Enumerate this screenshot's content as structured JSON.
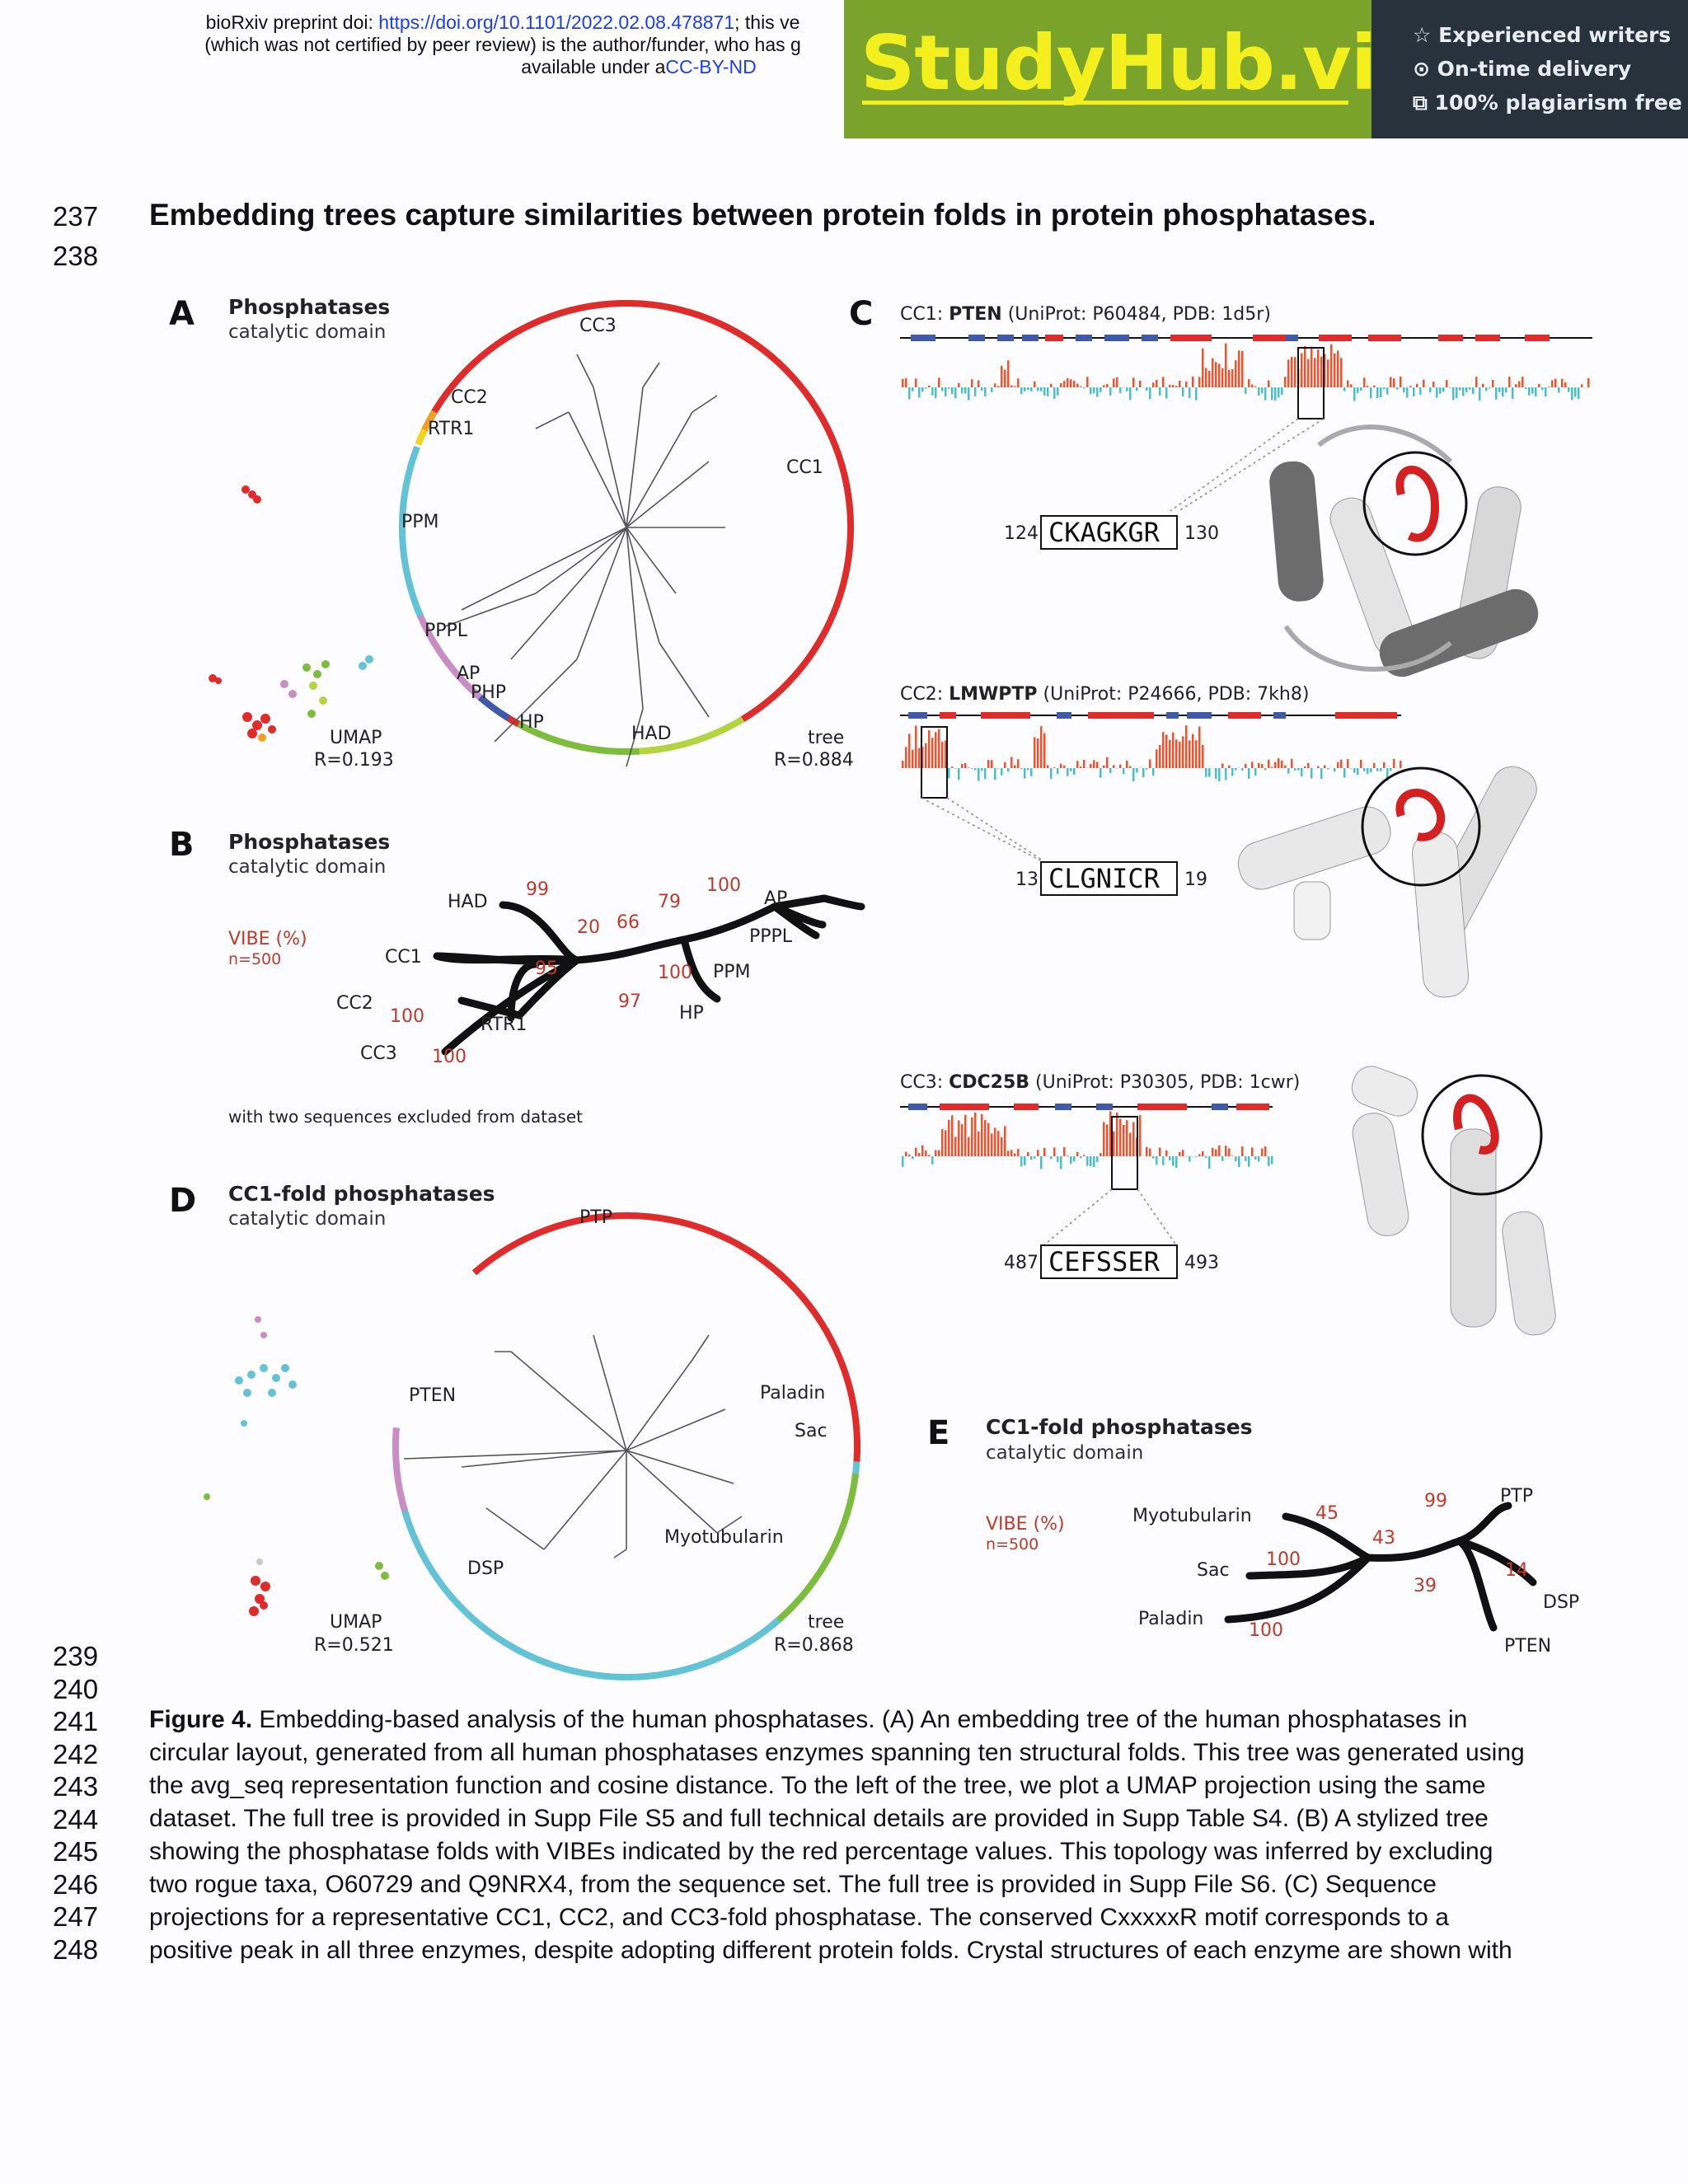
{
  "header": {
    "line1_prefix": "bioRxiv preprint doi: ",
    "line1_link": "https://doi.org/10.1101/2022.02.08.478871",
    "line1_suffix": "; this ve",
    "line2": "(which was not certified by peer review) is the author/funder, who has g",
    "line3_prefix": "available under a",
    "line3_link": "CC-BY-ND"
  },
  "banner": {
    "brand": "StudyHub.vip",
    "features": [
      "☆ Experienced writers",
      "⊙ On-time delivery",
      "⧉ 100% plagiarism free"
    ],
    "colors": {
      "green": "#7aa32c",
      "dark": "#27323c",
      "brand_text": "#f4ef1e"
    }
  },
  "line_numbers": [
    "237",
    "238",
    "239",
    "240",
    "241",
    "242",
    "243",
    "244",
    "245",
    "246",
    "247",
    "248"
  ],
  "section_title": "Embedding trees capture similarities between protein folds in protein phosphatases.",
  "figure": {
    "panelA": {
      "letter": "A",
      "title": "Phosphatases",
      "subtitle": "catalytic domain",
      "labels": [
        "CC3",
        "CC2",
        "RTR1",
        "CC1",
        "PPM",
        "PPPL",
        "AP",
        "PHP",
        "HP",
        "HAD"
      ],
      "umap_label": "UMAP",
      "umap_r": "R=0.193",
      "tree_label": "tree",
      "tree_r": "R=0.884"
    },
    "panelB": {
      "letter": "B",
      "title": "Phosphatases",
      "subtitle": "catalytic domain",
      "vibe_label": "VIBE (%)",
      "n_label": "n=500",
      "leaves": [
        "HAD",
        "CC1",
        "CC2",
        "CC3",
        "RTR1",
        "AP",
        "PPPL",
        "PPM",
        "HP"
      ],
      "values": [
        "99",
        "20",
        "66",
        "79",
        "100",
        "95",
        "100",
        "100",
        "100",
        "97"
      ],
      "note": "with two sequences excluded from dataset"
    },
    "panelC": {
      "letter": "C",
      "cc1": {
        "prefix": "CC1: ",
        "name": "PTEN",
        "suffix": " (UniProt: P60484, PDB: 1d5r)",
        "start": "124",
        "motif": "CKAGKGR",
        "end": "130"
      },
      "cc2": {
        "prefix": "CC2: ",
        "name": "LMWPTP",
        "suffix": " (UniProt: P24666, PDB: 7kh8)",
        "start": "13",
        "motif": "CLGNICR",
        "end": "19"
      },
      "cc3": {
        "prefix": "CC3: ",
        "name": "CDC25B",
        "suffix": " (UniProt: P30305, PDB: 1cwr)",
        "start": "487",
        "motif": "CEFSSER",
        "end": "493"
      }
    },
    "panelD": {
      "letter": "D",
      "title": "CC1-fold phosphatases",
      "subtitle": "catalytic domain",
      "labels": [
        "PTP",
        "PTEN",
        "Paladin",
        "Sac",
        "Myotubularin",
        "DSP"
      ],
      "umap_label": "UMAP",
      "umap_r": "R=0.521",
      "tree_label": "tree",
      "tree_r": "R=0.868"
    },
    "panelE": {
      "letter": "E",
      "title": "CC1-fold phosphatases",
      "subtitle": "catalytic domain",
      "vibe_label": "VIBE (%)",
      "n_label": "n=500",
      "leaves": [
        "Myotubularin",
        "Sac",
        "Paladin",
        "PTP",
        "DSP",
        "PTEN"
      ],
      "values": [
        "45",
        "100",
        "43",
        "100",
        "99",
        "39",
        "14"
      ]
    },
    "colors": {
      "red": "#e02b2b",
      "blue": "#3f5aa8",
      "cyan": "#62c3d6",
      "pink": "#c98cc3",
      "green": "#7cbd3e",
      "lime": "#b3d43e",
      "orange": "#f0a020",
      "yellow": "#f3d41d",
      "bar_up": "#e8552e",
      "bar_down": "#4bbfc9",
      "vibe_red": "#c0392b"
    }
  },
  "caption": {
    "label": "Figure 4.",
    "lines": [
      " Embedding-based analysis of the human phosphatases. (A) An embedding tree of the human phosphatases in",
      "circular layout, generated from all human phosphatases enzymes spanning ten structural folds. This tree was generated using",
      "the avg_seq representation function and cosine distance. To the left of the tree, we plot a UMAP projection using the same",
      "dataset. The full tree is provided in Supp File S5 and full technical details are provided in Supp Table S4. (B) A stylized tree",
      "showing the phosphatase folds with VIBEs indicated by the red percentage values. This topology was inferred by excluding",
      "two rogue taxa, O60729 and Q9NRX4, from the sequence set. The full tree is provided in Supp File S6. (C) Sequence",
      "projections for a representative CC1, CC2, and CC3-fold phosphatase. The conserved CxxxxxR motif corresponds to a",
      "positive peak in all three enzymes, despite adopting different protein folds. Crystal structures of each enzyme are shown with"
    ]
  }
}
